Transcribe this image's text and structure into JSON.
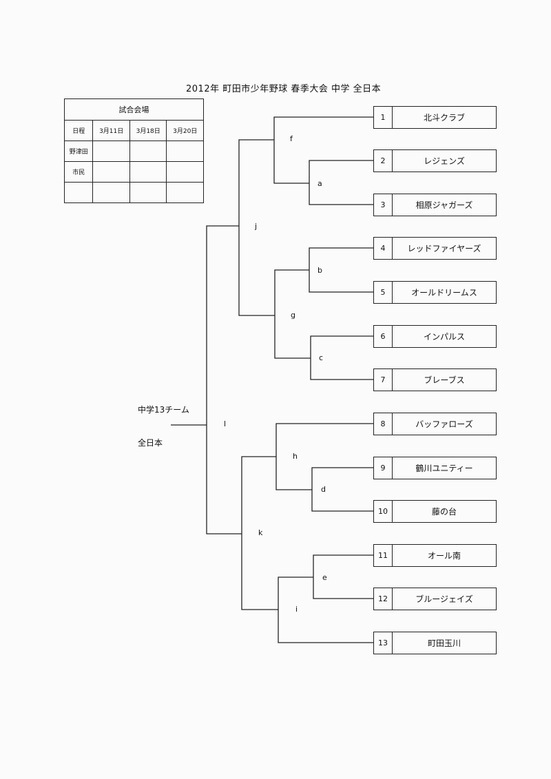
{
  "title": "2012年 町田市少年野球 春季大会 中学 全日本",
  "venue_table": {
    "heading": "試合会場",
    "header": [
      "日程",
      "3月11日",
      "3月18日",
      "3月20日"
    ],
    "rows": [
      [
        "野津田",
        "",
        "",
        ""
      ],
      [
        "市民",
        "",
        "",
        ""
      ],
      [
        "",
        "",
        "",
        ""
      ]
    ]
  },
  "side_label": {
    "line1": "中学13チーム",
    "line2": "全日本"
  },
  "teams": [
    {
      "num": "1",
      "name": "北斗クラブ"
    },
    {
      "num": "2",
      "name": "レジェンズ"
    },
    {
      "num": "3",
      "name": "相原ジャガーズ"
    },
    {
      "num": "4",
      "name": "レッドファイヤーズ"
    },
    {
      "num": "5",
      "name": "オールドリームス"
    },
    {
      "num": "6",
      "name": "インパルス"
    },
    {
      "num": "7",
      "name": "ブレーブス"
    },
    {
      "num": "8",
      "name": "バッファローズ"
    },
    {
      "num": "9",
      "name": "鶴川ユニティー"
    },
    {
      "num": "10",
      "name": "藤の台"
    },
    {
      "num": "11",
      "name": "オール南"
    },
    {
      "num": "12",
      "name": "ブルージェイズ"
    },
    {
      "num": "13",
      "name": "町田玉川"
    }
  ],
  "match_labels": {
    "a": "a",
    "b": "b",
    "c": "c",
    "d": "d",
    "e": "e",
    "f": "f",
    "g": "g",
    "h": "h",
    "i": "i",
    "j": "j",
    "k": "k",
    "l": "l"
  }
}
